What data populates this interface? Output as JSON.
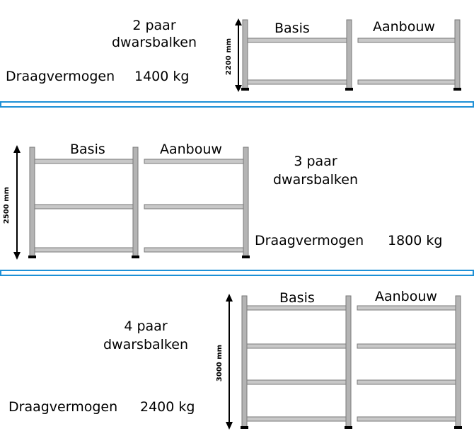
{
  "colors": {
    "divider": "#1e90d6",
    "frame": "#b4b4b4",
    "frame_stroke": "#7a7a7a",
    "foot": "#000000"
  },
  "configs": [
    {
      "beams_text": "2 paar\ndwarsbalken",
      "beams_line1": "2 paar",
      "beams_line2": "dwarsbalken",
      "capacity_label": "Draagvermogen",
      "capacity_value": "1400 kg",
      "height_label": "2200 mm",
      "basis_label": "Basis",
      "aanbouw_label": "Aanbouw"
    },
    {
      "beams_line1": "3 paar",
      "beams_line2": "dwarsbalken",
      "capacity_label": "Draagvermogen",
      "capacity_value": "1800 kg",
      "height_label": "2500 mm",
      "basis_label": "Basis",
      "aanbouw_label": "Aanbouw"
    },
    {
      "beams_line1": "4 paar",
      "beams_line2": "dwarsbalken",
      "capacity_label": "Draagvermogen",
      "capacity_value": "2400 kg",
      "height_label": "3000 mm",
      "basis_label": "Basis",
      "aanbouw_label": "Aanbouw"
    }
  ]
}
